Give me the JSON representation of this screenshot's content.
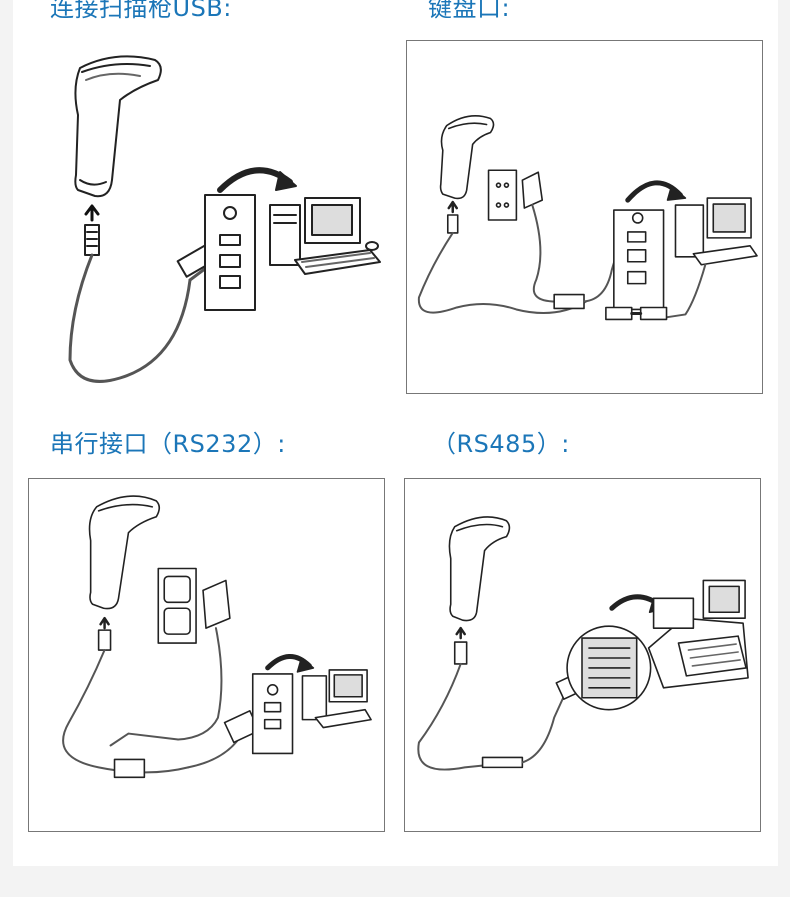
{
  "captions": {
    "usb": "连接扫描枪USB:",
    "keyboard": "键盘口:",
    "rs232": "串行接口（RS232）:",
    "rs485": "（RS485）:"
  },
  "icons": [
    "barcode-scanner-icon",
    "computer-icon",
    "power-outlet-icon",
    "power-adapter-icon",
    "pos-terminal-icon",
    "connector-icon"
  ],
  "colors": {
    "caption": "#1b76b8",
    "line": "#222222",
    "page_bg": "#f3f3f3"
  }
}
